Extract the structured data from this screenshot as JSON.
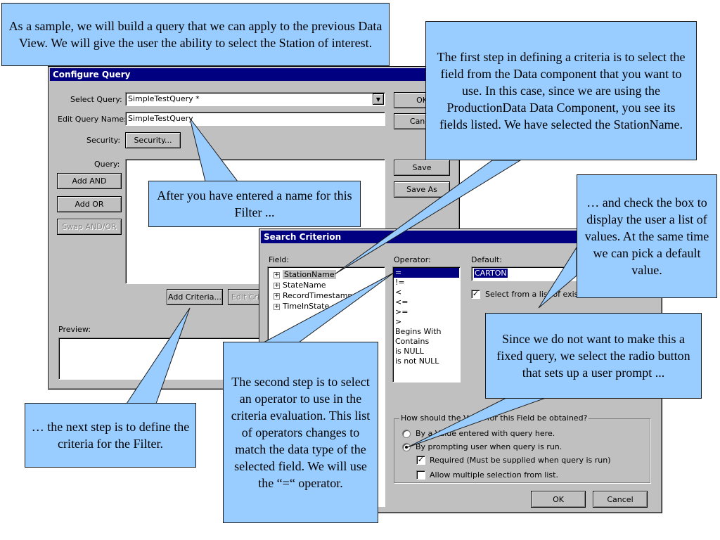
{
  "callouts": {
    "intro": "As a sample, we will build a query that we can apply to the previous Data View.  We will give the user the ability to select the Station of interest.",
    "first_step": "The first step in defining a criteria is to select the field from the Data component that you want to use.  In this case, since we are using the ProductionData Data Component, you see its fields listed.  We have selected the StationName.",
    "name_filter": "After you have entered a name for this Filter ...",
    "check_box": "… and check the box to display the user a list of values.  At the same time we can pick a default value.",
    "radio": "Since we do not want to make this a fixed query, we select the radio button that sets up a user prompt ...",
    "second_step": "The second step is to select an operator to use in the criteria evaluation.  This list of operators changes to match the data type of the selected field.  We will use the “=“ operator.",
    "next_step": "… the next step is to define the criteria for the Filter."
  },
  "configure_query": {
    "title": "Configure Query",
    "select_query_label": "Select Query:",
    "select_query_value": "SimpleTestQuery *",
    "edit_name_label": "Edit Query Name:",
    "edit_name_value": "SimpleTestQuery",
    "security_label": "Security:",
    "security_button": "Security...",
    "query_label": "Query:",
    "add_and": "Add AND",
    "add_or": "Add OR",
    "swap": "Swap AND/OR",
    "add_criteria": "Add Criteria...",
    "edit_criteria": "Edit Cri",
    "preview_label": "Preview:",
    "ok": "OK",
    "cancel": "Cance",
    "save": "Save",
    "save_as": "Save As"
  },
  "search_criterion": {
    "title": "Search Criterion",
    "field_label": "Field:",
    "fields": [
      "StationName",
      "StateName",
      "RecordTimestamp",
      "TimeInState"
    ],
    "operator_label": "Operator:",
    "operators": [
      "=",
      "!=",
      "<",
      "<=",
      ">=",
      ">",
      "Begins With",
      "Contains",
      "is NULL",
      "is not NULL"
    ],
    "default_label": "Default:",
    "default_value": "CARTON",
    "select_from_list": "Select from a list of existin",
    "group_title": "How should the Value for this Field be obtained?",
    "radio_value": "By a Value entered with query here.",
    "radio_prompt": "By prompting user when query is run.",
    "required": "Required (Must be supplied when query is run)",
    "allow_multiple": "Allow multiple selection from list.",
    "ok": "OK",
    "cancel": "Cancel"
  },
  "colors": {
    "callout_fill": "#99ccff",
    "titlebar": "#000080",
    "dialog_face": "#c0c0c0"
  }
}
